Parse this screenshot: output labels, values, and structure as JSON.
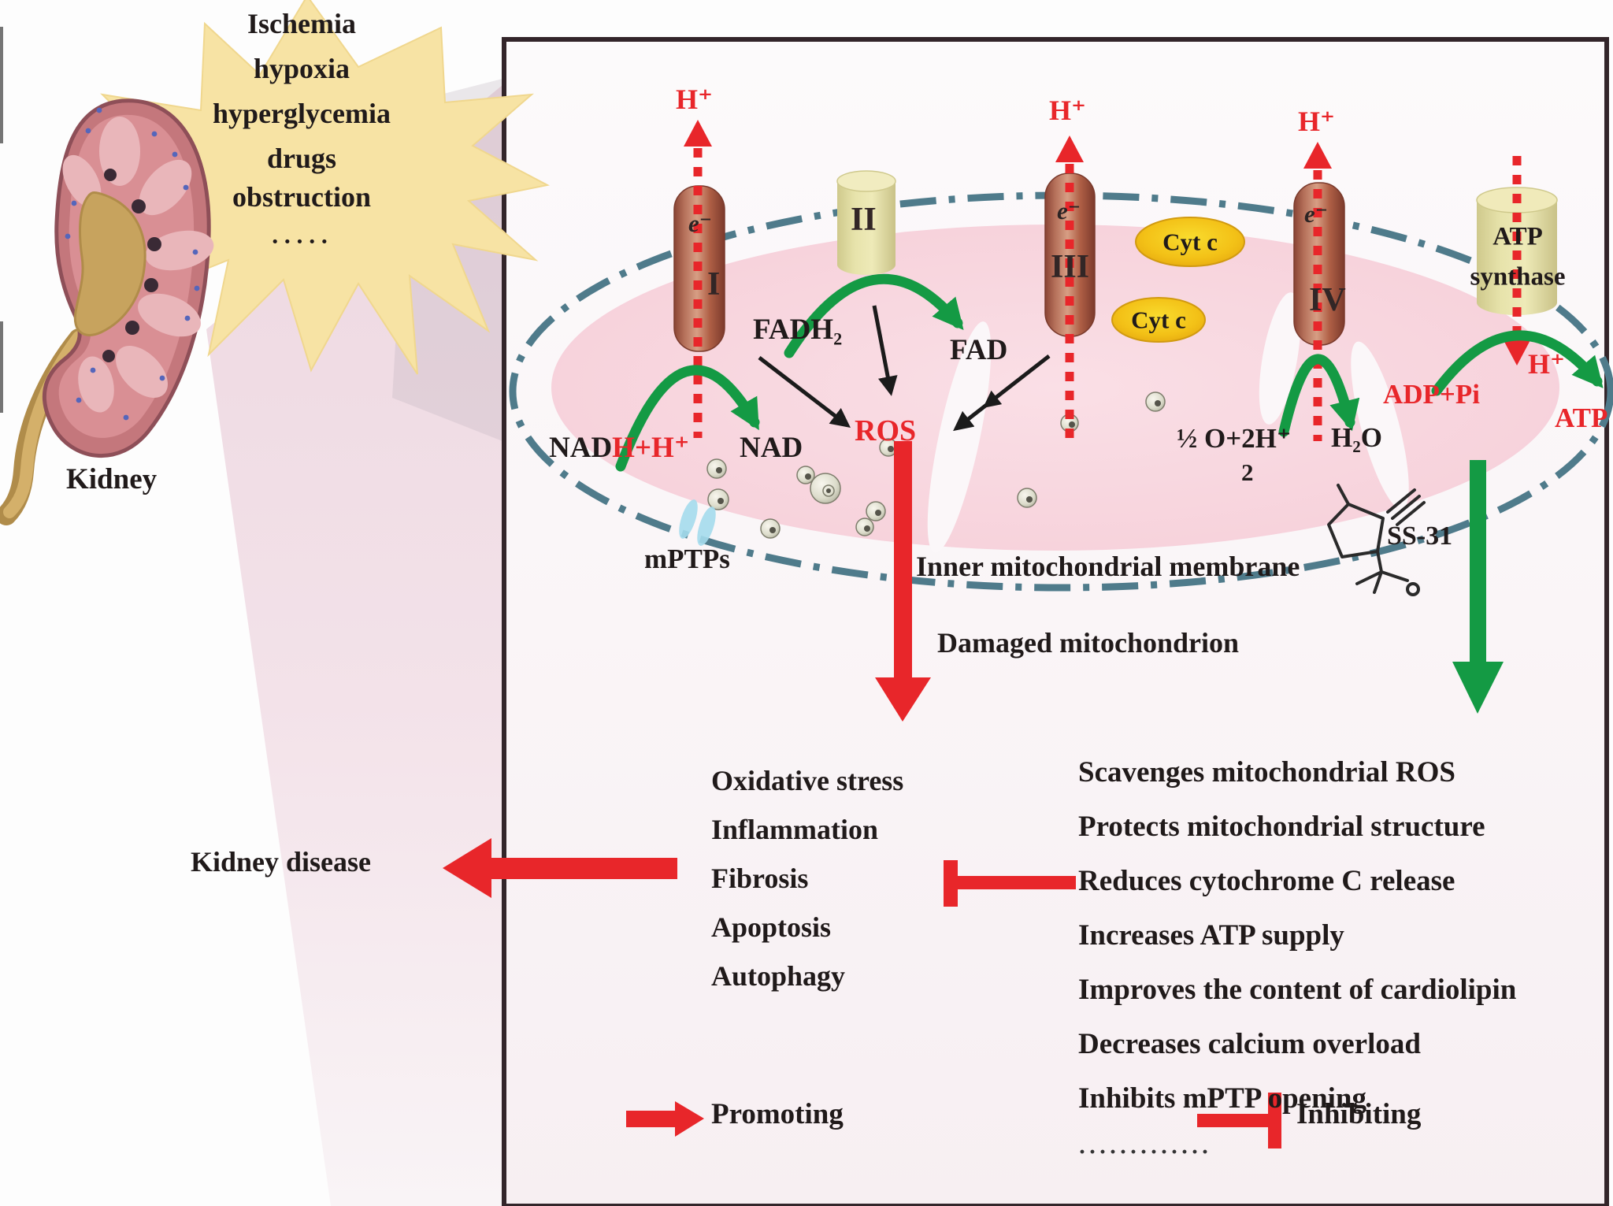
{
  "colors": {
    "red": "#e8262a",
    "green": "#149a44",
    "membrane_teal": "#4f7b8b",
    "burst_yellow": "#f7e3a4",
    "box_border": "#33252a",
    "cytc_yellow": "#f2c117",
    "matrix_pink": "#f7d3dc"
  },
  "burst": {
    "lines": [
      "Ischemia",
      "hypoxia",
      "hyperglycemia",
      "drugs",
      "obstruction"
    ],
    "dots": "·····"
  },
  "kidney": {
    "label": "Kidney",
    "disease": "Kidney disease"
  },
  "chain": {
    "h_plus": "H⁺",
    "electron": "e⁻",
    "romans": [
      "I",
      "II",
      "III",
      "IV"
    ],
    "atp_synthase": {
      "line1": "ATP",
      "line2": "synthase"
    },
    "cyt_c": "Cyt c",
    "fadh2": "FADH₂",
    "fad": "FAD",
    "nadh_black": "NAD",
    "nadh_red": "H+H⁺",
    "nad": "NAD",
    "ros": "ROS",
    "mptps": "mPTPs",
    "o2": "½ O+2H⁺",
    "o2_sub": "2",
    "h2o": "H₂O",
    "adp_pi": "ADP+Pi",
    "atp": "ATP",
    "ss31": "SS-31",
    "membrane_label": "Inner mitochondrial membrane",
    "damaged": "Damaged mitochondrion"
  },
  "effects": {
    "damage": [
      "Oxidative stress",
      "Inflammation",
      "Fibrosis",
      "Apoptosis",
      "Autophagy"
    ],
    "ss31_benefits": [
      "Scavenges mitochondrial ROS",
      "Protects mitochondrial structure",
      "Reduces cytochrome C release",
      "Increases ATP supply",
      "Improves the content of cardiolipin",
      "Decreases calcium overload",
      "Inhibits mPTP opening"
    ],
    "dots": "·············"
  },
  "legend": {
    "promoting": "Promoting",
    "inhibiting": "Inhibiting"
  }
}
